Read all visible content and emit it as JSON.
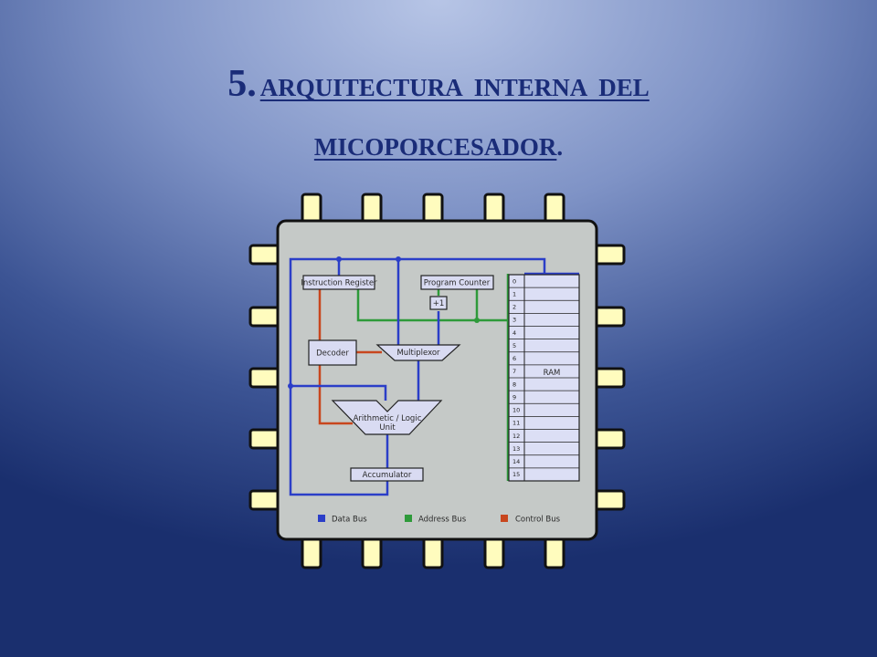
{
  "slide": {
    "title_number": "5.",
    "title_line1": "ARQUITECTURA  INTERNA  DEL",
    "title_line2": "MICOPORCESADOR",
    "title_end": "."
  },
  "diagram": {
    "instruction_register": "Instruction Register",
    "program_counter": "Program Counter",
    "increment": "+1",
    "decoder": "Decoder",
    "multiplexor": "Multiplexor",
    "alu_line1": "Arithmetic / Logic",
    "alu_line2": "Unit",
    "accumulator": "Accumulator",
    "ram_label": "RAM",
    "ram_addresses": [
      "0",
      "1",
      "2",
      "3",
      "4",
      "5",
      "6",
      "7",
      "8",
      "9",
      "10",
      "11",
      "12",
      "13",
      "14",
      "15"
    ],
    "legend": [
      {
        "label": "Data Bus",
        "color": "#2b3ec8"
      },
      {
        "label": "Address Bus",
        "color": "#2e9a3a"
      },
      {
        "label": "Control Bus",
        "color": "#c8461e"
      }
    ]
  }
}
